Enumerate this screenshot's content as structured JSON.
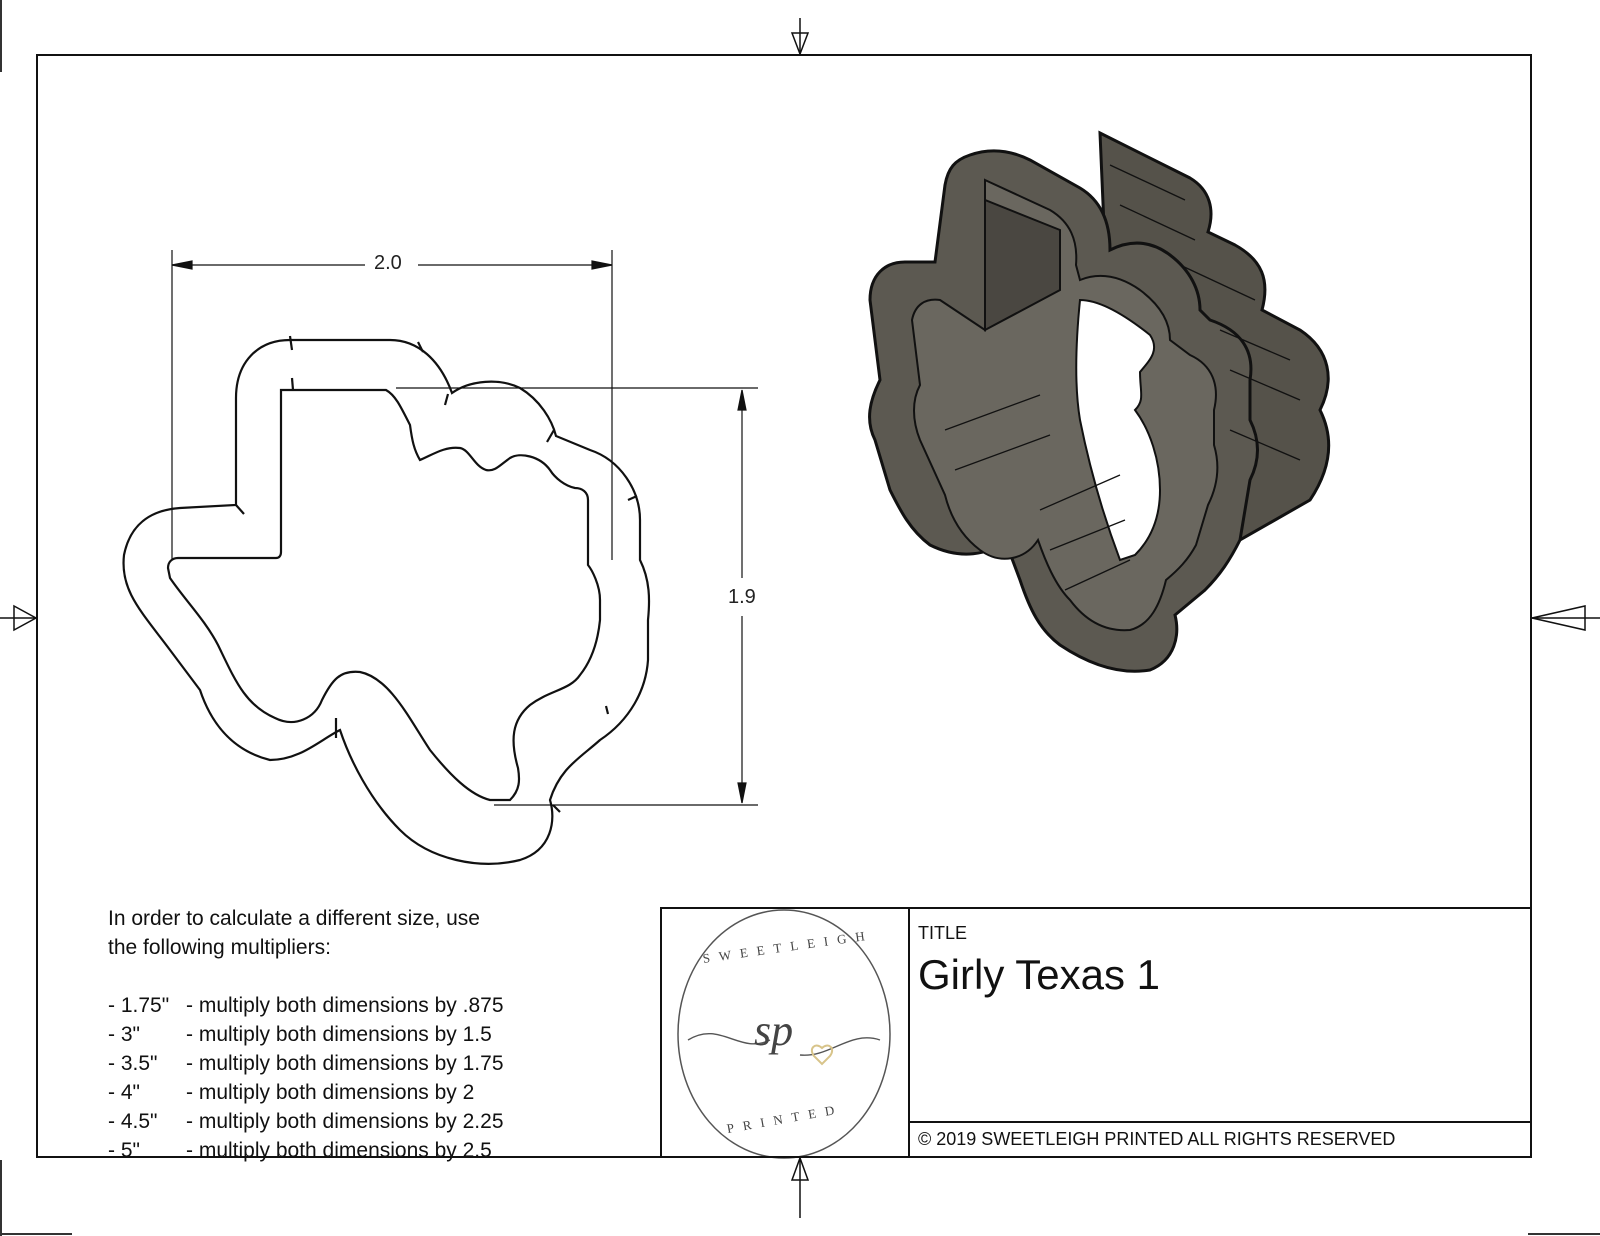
{
  "drawing": {
    "dimensions": {
      "width_label": "2.0",
      "height_label": "1.9",
      "units": "in"
    },
    "views": [
      {
        "name": "top-view-outline",
        "type": "2D"
      },
      {
        "name": "isometric-view",
        "type": "3D render",
        "color": "#4f4c45"
      }
    ]
  },
  "notes": {
    "intro_line1": "In order to calculate a different size, use",
    "intro_line2": "the following multipliers:",
    "multipliers": [
      {
        "size": "- 1.75\"",
        "text": "- multiply both dimensions by .875"
      },
      {
        "size": "- 3\"",
        "text": "- multiply both dimensions by 1.5"
      },
      {
        "size": "- 3.5\"",
        "text": "- multiply both dimensions by 1.75"
      },
      {
        "size": "- 4\"",
        "text": "- multiply both dimensions by 2"
      },
      {
        "size": "- 4.5\"",
        "text": "- multiply both dimensions by 2.25"
      },
      {
        "size": "- 5\"",
        "text": "- multiply both dimensions by 2.5"
      }
    ]
  },
  "title_block": {
    "logo": {
      "top_text": "SWEETLEIGH",
      "monogram": "sp",
      "bottom_text": "PRINTED",
      "heart_color": "#d8c48a",
      "ink_color": "#444444"
    },
    "title_label": "TITLE",
    "title_value": "Girly Texas 1",
    "copyright": "© 2019  SWEETLEIGH PRINTED  ALL RIGHTS RESERVED"
  }
}
